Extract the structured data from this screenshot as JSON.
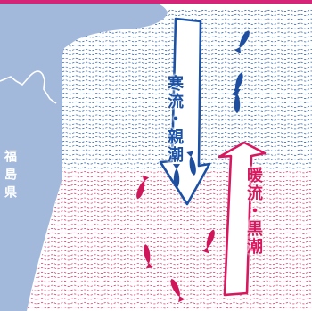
{
  "map": {
    "land": {
      "prefecture_label": "福島県",
      "color": "#a3b9dc",
      "border_color": "#ffffff"
    },
    "sea": {
      "cold_wave_color": "#1d5aa8",
      "warm_wave_color": "#d62462"
    },
    "currents": {
      "cold": {
        "label": "寒流・親潮",
        "direction": "southward",
        "color": "#1b52a6",
        "fill": "#ffffff"
      },
      "warm": {
        "label": "暖流・黒潮",
        "direction": "northward",
        "color": "#d8185e",
        "fill": "#ffffff"
      }
    },
    "fish": {
      "cold_color": "#1d4e9f",
      "warm_color": "#d0165b",
      "cold_count": 5,
      "warm_count": 4
    },
    "top_border_color": "#d62478"
  }
}
